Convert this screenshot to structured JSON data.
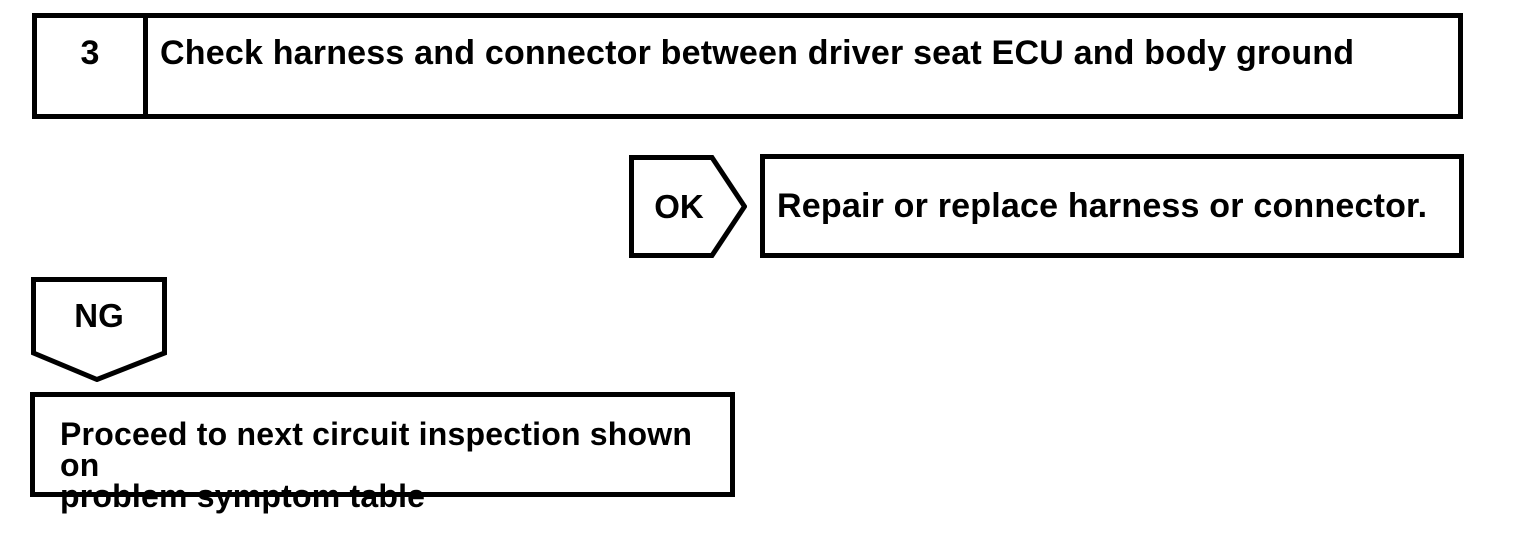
{
  "colors": {
    "ink": "#000000",
    "paper": "#ffffff"
  },
  "step": {
    "number": "3",
    "title": "Check harness and connector between driver seat ECU and body ground"
  },
  "ok_branch": {
    "label": "OK",
    "action": "Repair or replace harness or connector."
  },
  "ng_branch": {
    "label": "NG",
    "action_lines": [
      "Proceed to next circuit inspection shown on",
      "problem symptom table"
    ]
  }
}
